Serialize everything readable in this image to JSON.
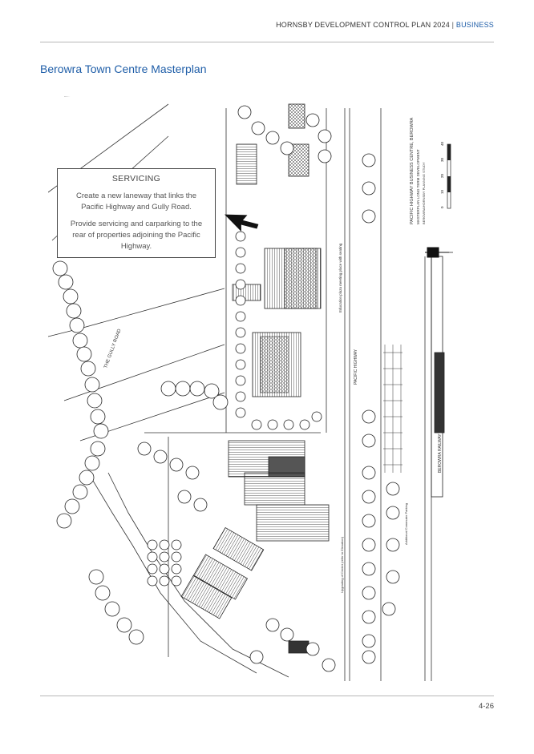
{
  "header": {
    "doc_title": "HORNSBY DEVELOPMENT CONTROL PLAN 2024",
    "separator": "|",
    "section": "BUSINESS"
  },
  "page_title": "Berowra Town Centre Masterplan",
  "callout": {
    "title": "SERVICING",
    "para1": "Create a new laneway that links the Pacific Highway and Gully Road.",
    "para2": "Provide servicing and carparking to the rear of properties adjoining the Pacific Highway."
  },
  "map": {
    "road_labels": [
      "THE GULLY ROAD",
      "PACIFIC HIGHWAY"
    ],
    "station_label": "BEROWRA RAILWAY STATION",
    "plan_title": "PACIFIC HIGHWAY BUSINESS CENTRE, BEROWRA",
    "plan_subtitle": "MASTERPLAN LONG TERM DEVELOPMENT",
    "plan_subtitle2": "BEROWRA/HORNSBY PLANNING STUDY",
    "scale_ticks": [
      "0",
      "10",
      "20",
      "30",
      "40"
    ],
    "annotations": [
      "Education plaza meeting place with seating",
      "Upgrading of Center (refer to Elevation)",
      "Additional Commuter Parking"
    ]
  },
  "footer": {
    "page_number": "4-26"
  }
}
